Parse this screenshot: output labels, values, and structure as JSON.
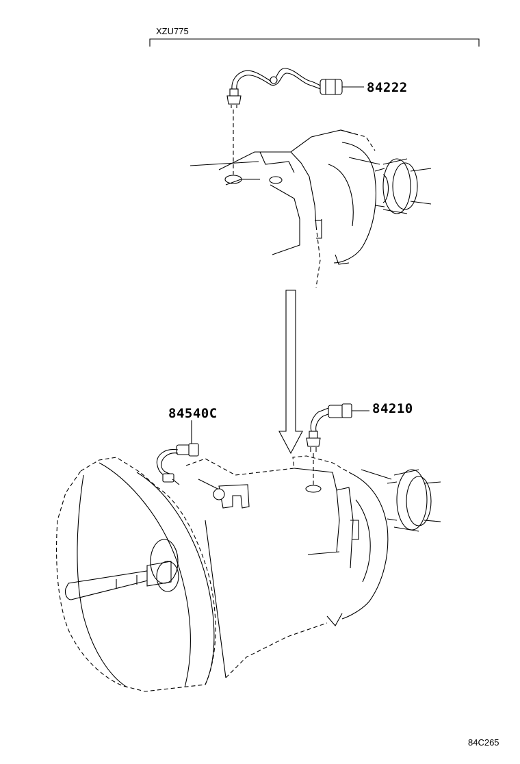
{
  "header": {
    "model_code": "XZU775"
  },
  "parts": [
    {
      "number": "84222"
    },
    {
      "number": "84210"
    },
    {
      "number": "84540C"
    }
  ],
  "footer": {
    "illustration_code": "84C265"
  }
}
